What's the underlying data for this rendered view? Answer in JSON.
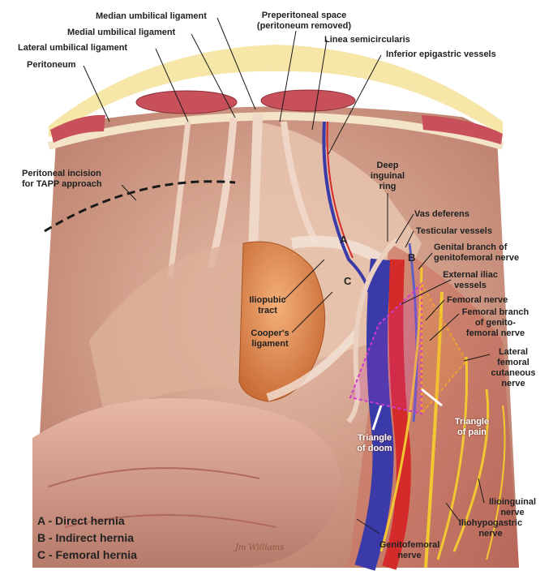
{
  "labels": {
    "median_umbilical": "Median umbilical ligament",
    "medial_umbilical": "Medial umbilical ligament",
    "lateral_umbilical": "Lateral umbilical ligament",
    "peritoneum": "Peritoneum",
    "preperitoneal_l1": "Preperitoneal space",
    "preperitoneal_l2": "(peritoneum removed)",
    "linea": "Linea semicircularis",
    "inferior_epigastric": "Inferior epigastric vessels",
    "incision_l1": "Peritoneal incision",
    "incision_l2": "for TAPP approach",
    "deep_ring_l1": "Deep",
    "deep_ring_l2": "inguinal",
    "deep_ring_l3": "ring",
    "vas": "Vas deferens",
    "testicular": "Testicular vessels",
    "genital_l1": "Genital branch of",
    "genital_l2": "genitofemoral nerve",
    "ext_iliac_l1": "External iliac",
    "ext_iliac_l2": "vessels",
    "femoral_nerve": "Femoral nerve",
    "fem_branch_l1": "Femoral branch",
    "fem_branch_l2": "of genito-",
    "fem_branch_l3": "femoral nerve",
    "lat_fem_l1": "Lateral",
    "lat_fem_l2": "femoral",
    "lat_fem_l3": "cutaneous",
    "lat_fem_l4": "nerve",
    "iliopubic_l1": "Iliopubic",
    "iliopubic_l2": "tract",
    "coopers_l1": "Cooper's",
    "coopers_l2": "ligament",
    "tri_doom_l1": "Triangle",
    "tri_doom_l2": "of doom",
    "tri_pain_l1": "Triangle",
    "tri_pain_l2": "of pain",
    "ilioinguinal_l1": "Ilioinguinal",
    "ilioinguinal_l2": "nerve",
    "iliohypo_l1": "Iliohypogastric",
    "iliohypo_l2": "nerve",
    "genitofemoral_l1": "Genitofemoral",
    "genitofemoral_l2": "nerve",
    "letter_a": "A",
    "letter_b": "B",
    "letter_c": "C"
  },
  "legend": [
    "A - Direct hernia",
    "B - Indirect hernia",
    "C - Femoral hernia"
  ],
  "signature": "Jm Williams",
  "colors": {
    "muscle": "#c8505a",
    "fat": "#f6e6a8",
    "tissue": "#d9a48c",
    "bladder": "#e08a4a",
    "artery": "#d42a2a",
    "vein": "#3a3aa8",
    "nerve": "#f2c832",
    "doom": "#d03ad0",
    "pain": "#f0a030"
  }
}
